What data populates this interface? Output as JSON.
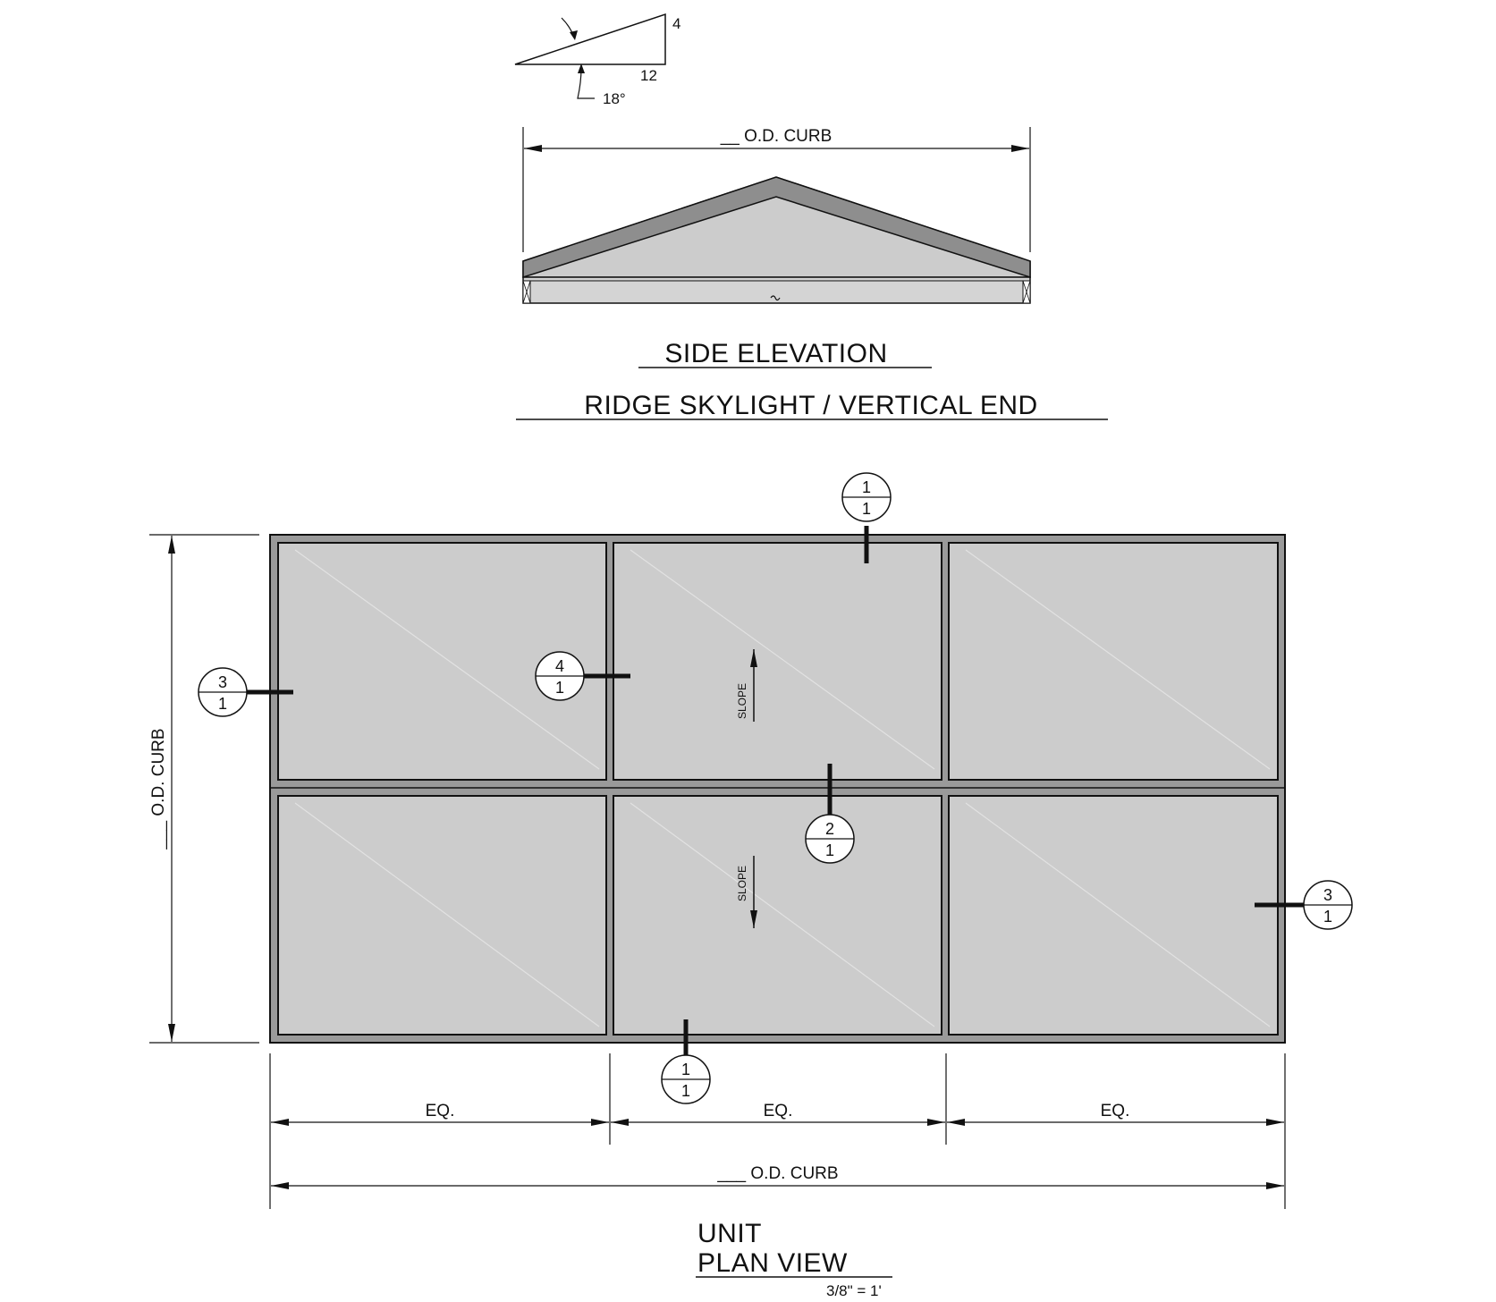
{
  "pitch": {
    "rise": "4",
    "run": "12",
    "angle": "18°"
  },
  "side_elevation": {
    "width_label": "__ O.D. CURB",
    "title": "SIDE ELEVATION",
    "subtitle": "RIDGE SKYLIGHT / VERTICAL END"
  },
  "plan": {
    "height_label": "___ O.D. CURB",
    "eq_labels": [
      "EQ.",
      "EQ.",
      "EQ."
    ],
    "overall_width_label": "___ O.D. CURB",
    "slope_up": "SLOPE",
    "slope_down": "SLOPE",
    "title_line1": "UNIT",
    "title_line2": "PLAN VIEW",
    "scale": "3/8\" = 1'"
  },
  "callouts": {
    "top": {
      "num": "1",
      "sheet": "1"
    },
    "left": {
      "num": "3",
      "sheet": "1"
    },
    "mullion": {
      "num": "4",
      "sheet": "1"
    },
    "ridge": {
      "num": "2",
      "sheet": "1"
    },
    "right": {
      "num": "3",
      "sheet": "1"
    },
    "bottom": {
      "num": "1",
      "sheet": "1"
    }
  }
}
